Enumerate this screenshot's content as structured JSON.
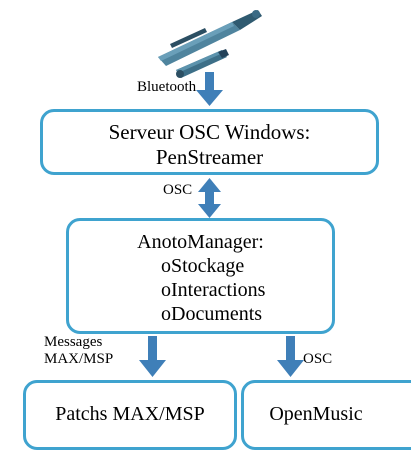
{
  "edges": {
    "bluetooth": "Bluetooth",
    "osc_top": "OSC",
    "messages_line1": "Messages",
    "messages_line2": "MAX/MSP",
    "osc_right": "OSC"
  },
  "nodes": {
    "server_line1": "Serveur OSC Windows:",
    "server_line2": "PenStreamer",
    "manager_title": "AnotoManager:",
    "manager_items": [
      "oStockage",
      "oInteractions",
      "oDocuments"
    ],
    "patchs": "Patchs MAX/MSP",
    "openmusic": "OpenMusic"
  },
  "colors": {
    "border": "#3fa3cf",
    "arrow": "#3f7fb8",
    "pen_body": "#4a7c96",
    "pen_dark": "#2c4f63"
  },
  "icons": [
    "digital-pen-icon"
  ]
}
